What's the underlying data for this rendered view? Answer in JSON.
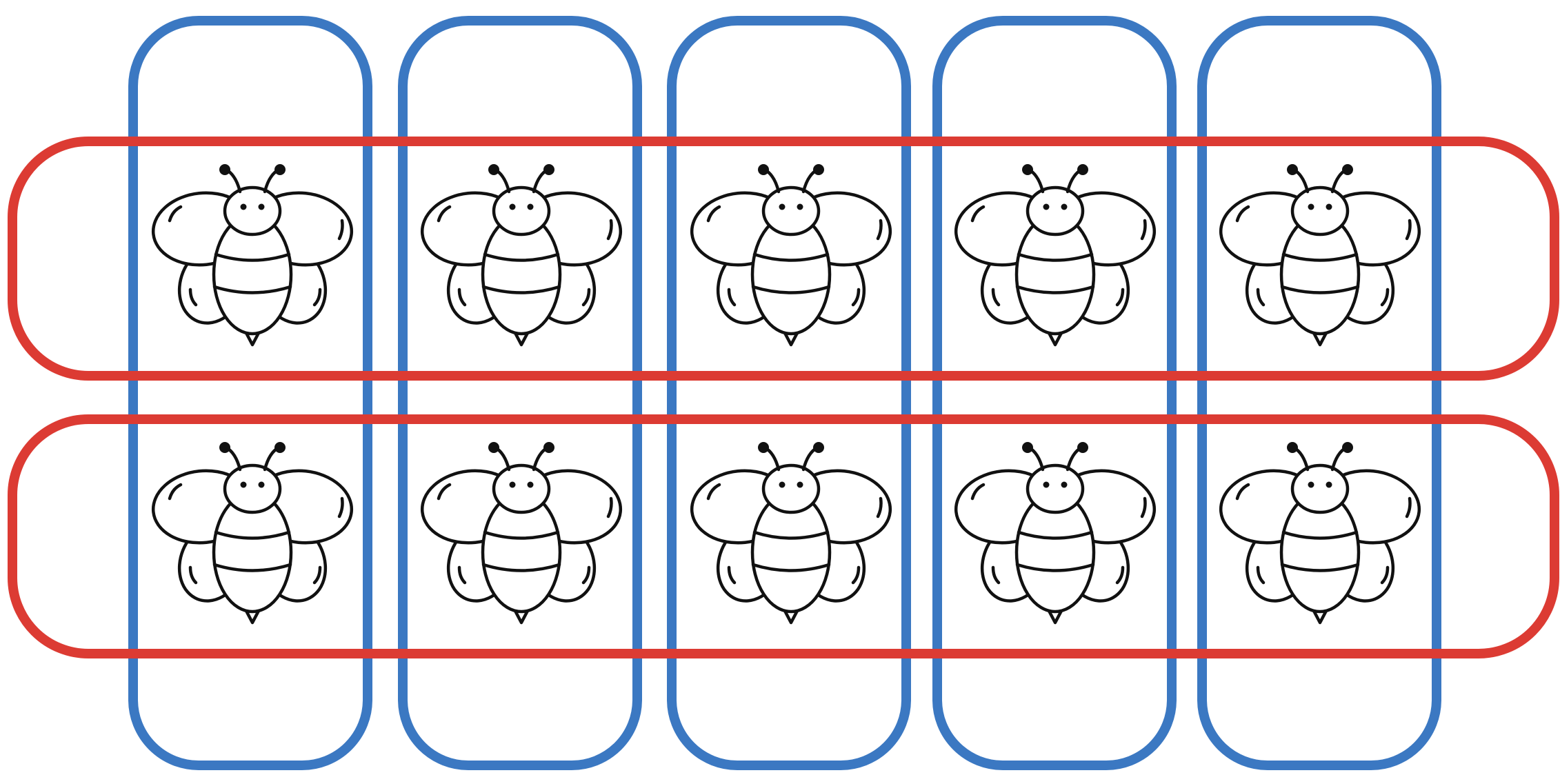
{
  "diagram": {
    "rows": 2,
    "columns": 5,
    "item_icon": "bee-icon",
    "total_items": 10,
    "row_group_color": "#dc3b33",
    "column_group_color": "#3b78c2",
    "icon_stroke_color": "#111111",
    "background": "#ffffff"
  }
}
